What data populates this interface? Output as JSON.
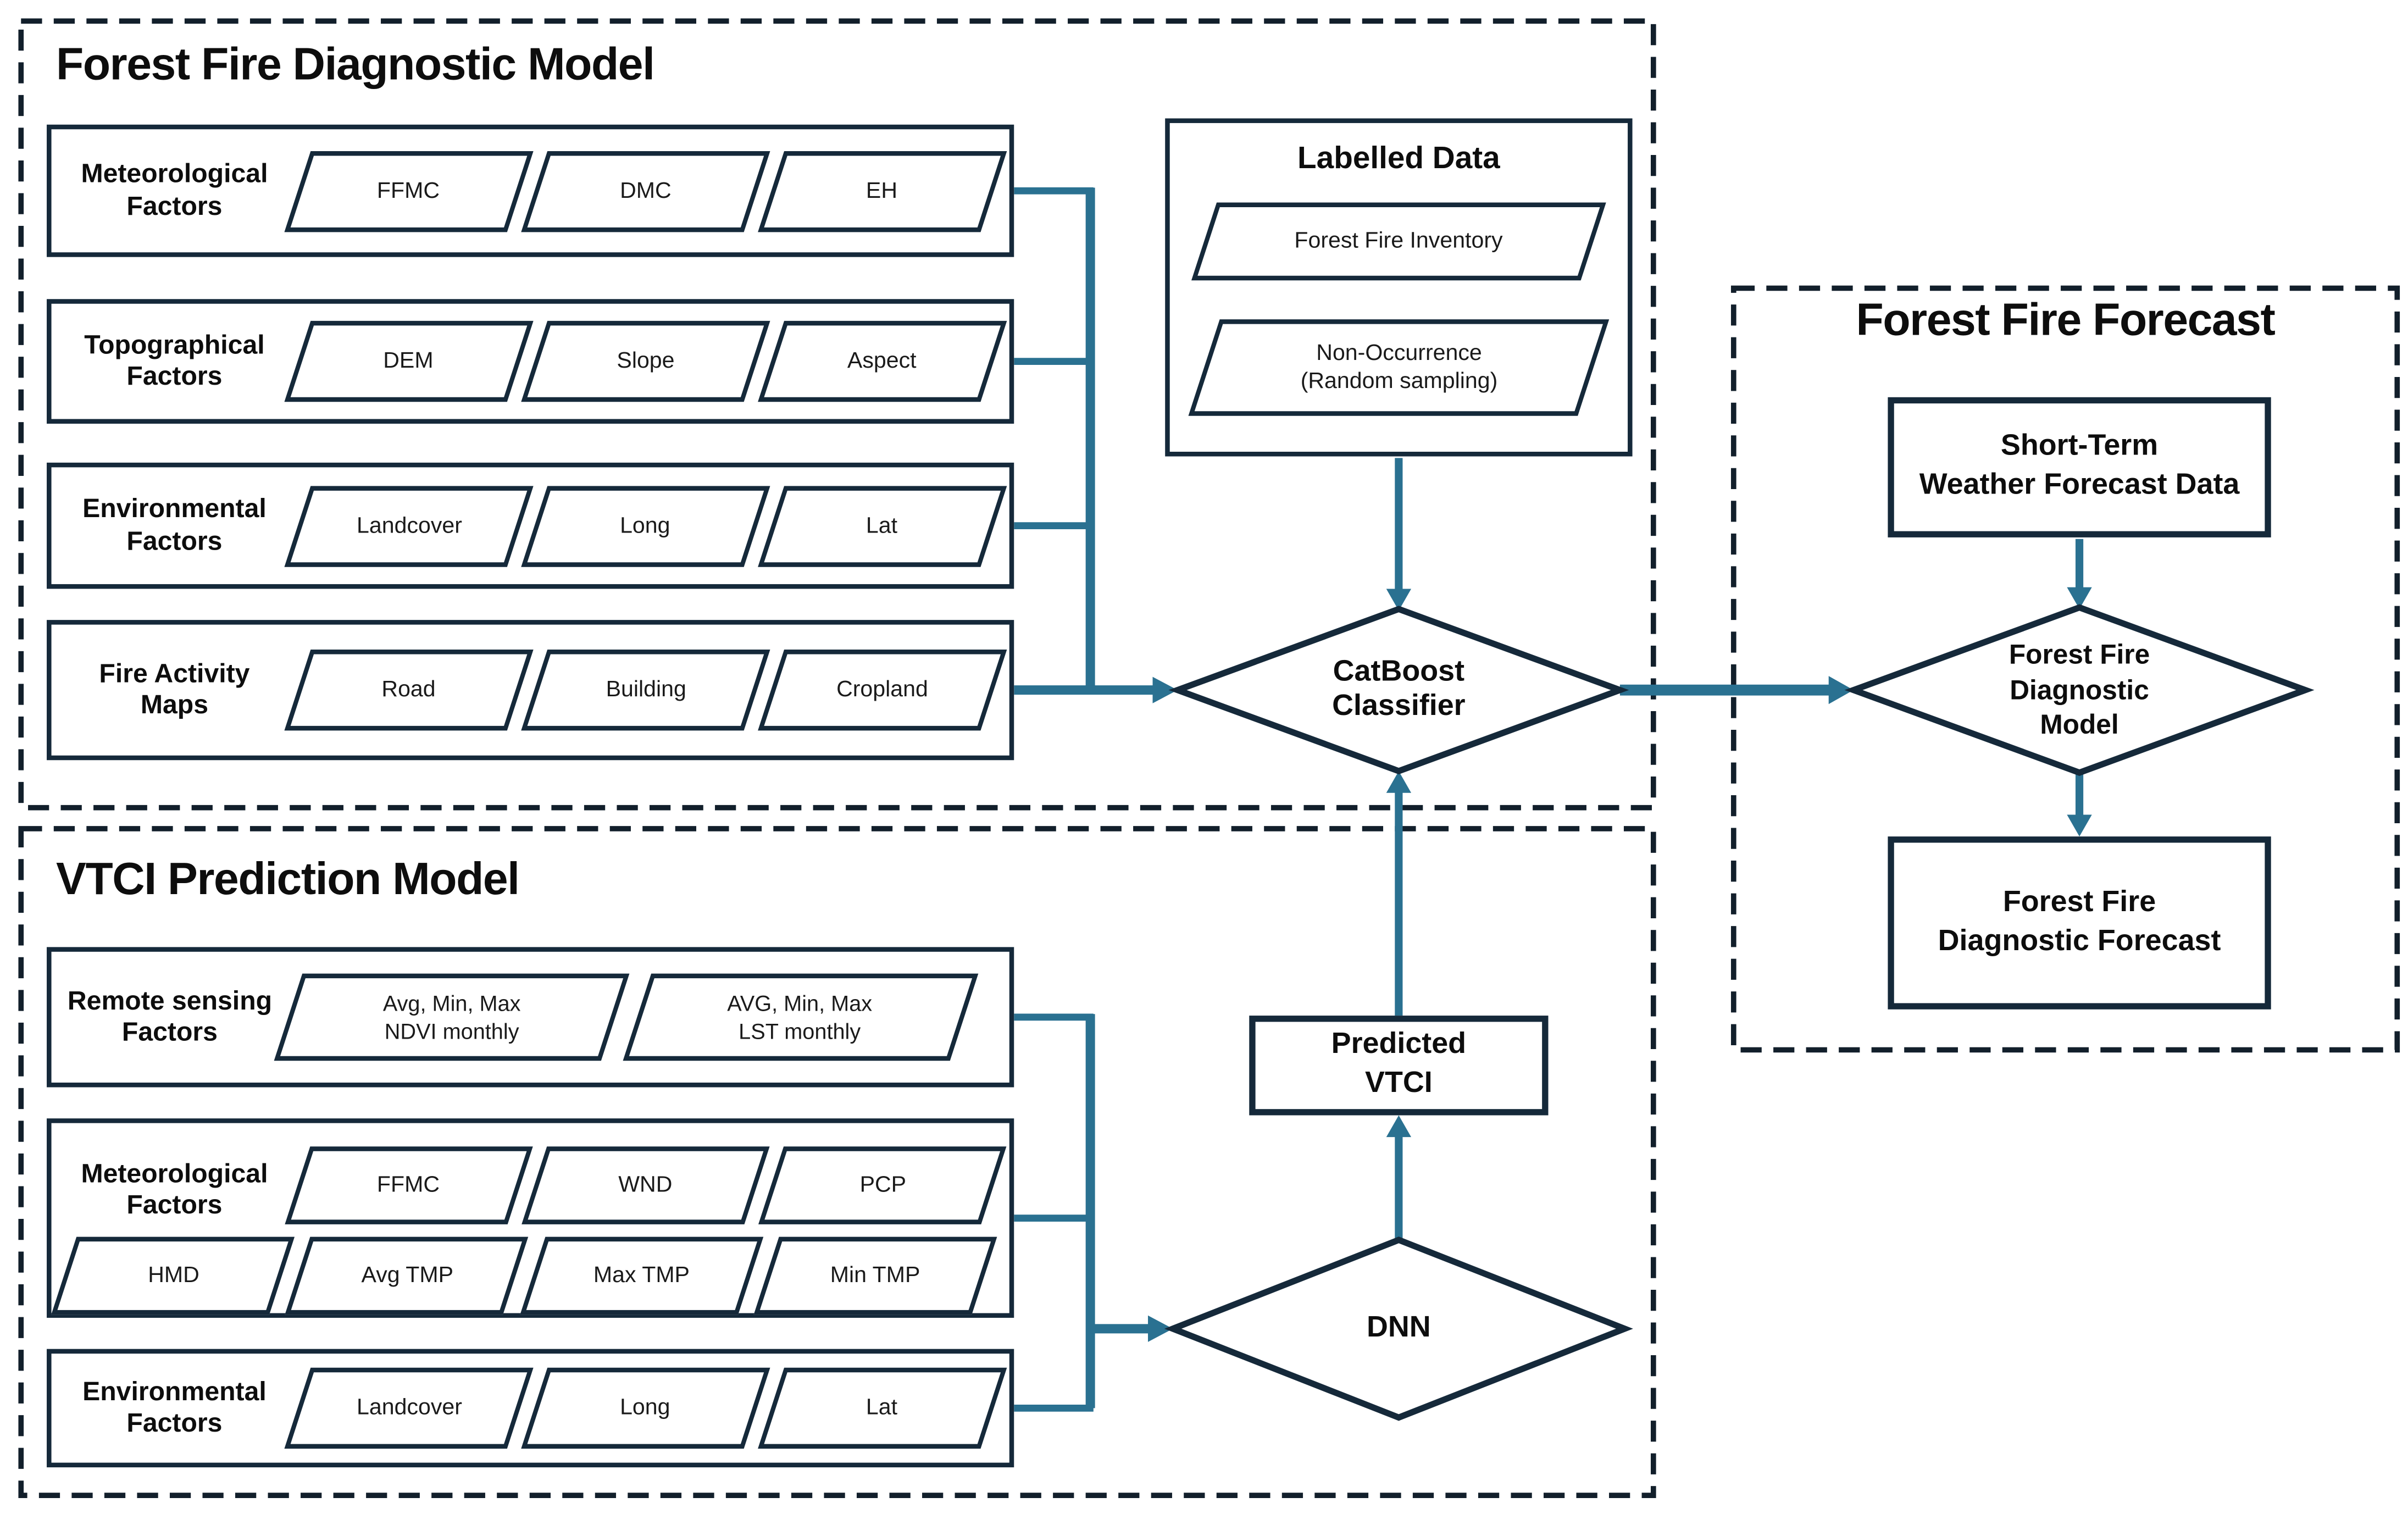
{
  "colors": {
    "accent": "#2A7191",
    "ink": "#15293A",
    "dash": "#121F2B",
    "text": "#0D0D0D"
  },
  "diagnostic": {
    "title": "Forest Fire Diagnostic Model",
    "rows": [
      {
        "label": "Meteorological\nFactors",
        "items": [
          "FFMC",
          "DMC",
          "EH"
        ]
      },
      {
        "label": "Topographical\nFactors",
        "items": [
          "DEM",
          "Slope",
          "Aspect"
        ]
      },
      {
        "label": "Environmental\nFactors",
        "items": [
          "Landcover",
          "Long",
          "Lat"
        ]
      },
      {
        "label": "Fire Activity\nMaps",
        "items": [
          "Road",
          "Building",
          "Cropland"
        ]
      }
    ],
    "labelled_data": {
      "title": "Labelled Data",
      "items": [
        "Forest Fire Inventory",
        "Non-Occurrence\n(Random sampling)"
      ]
    },
    "classifier": "CatBoost\nClassifier"
  },
  "vtci": {
    "title": "VTCI Prediction Model",
    "remote_sensing": {
      "label": "Remote sensing\nFactors",
      "items": [
        "Avg, Min, Max\nNDVI monthly",
        "AVG, Min, Max\nLST monthly"
      ]
    },
    "meteorological": {
      "label": "Meteorological\nFactors",
      "row1": [
        "FFMC",
        "WND",
        "PCP"
      ],
      "row2": [
        "HMD",
        "Avg TMP",
        "Max TMP",
        "Min TMP"
      ]
    },
    "environmental": {
      "label": "Environmental\nFactors",
      "items": [
        "Landcover",
        "Long",
        "Lat"
      ]
    },
    "model": "DNN",
    "predicted": "Predicted\nVTCI"
  },
  "forecast": {
    "title": "Forest Fire Forecast",
    "input": "Short-Term\nWeather Forecast Data",
    "model": "Forest Fire\nDiagnostic\nModel",
    "output": "Forest Fire\nDiagnostic Forecast"
  }
}
